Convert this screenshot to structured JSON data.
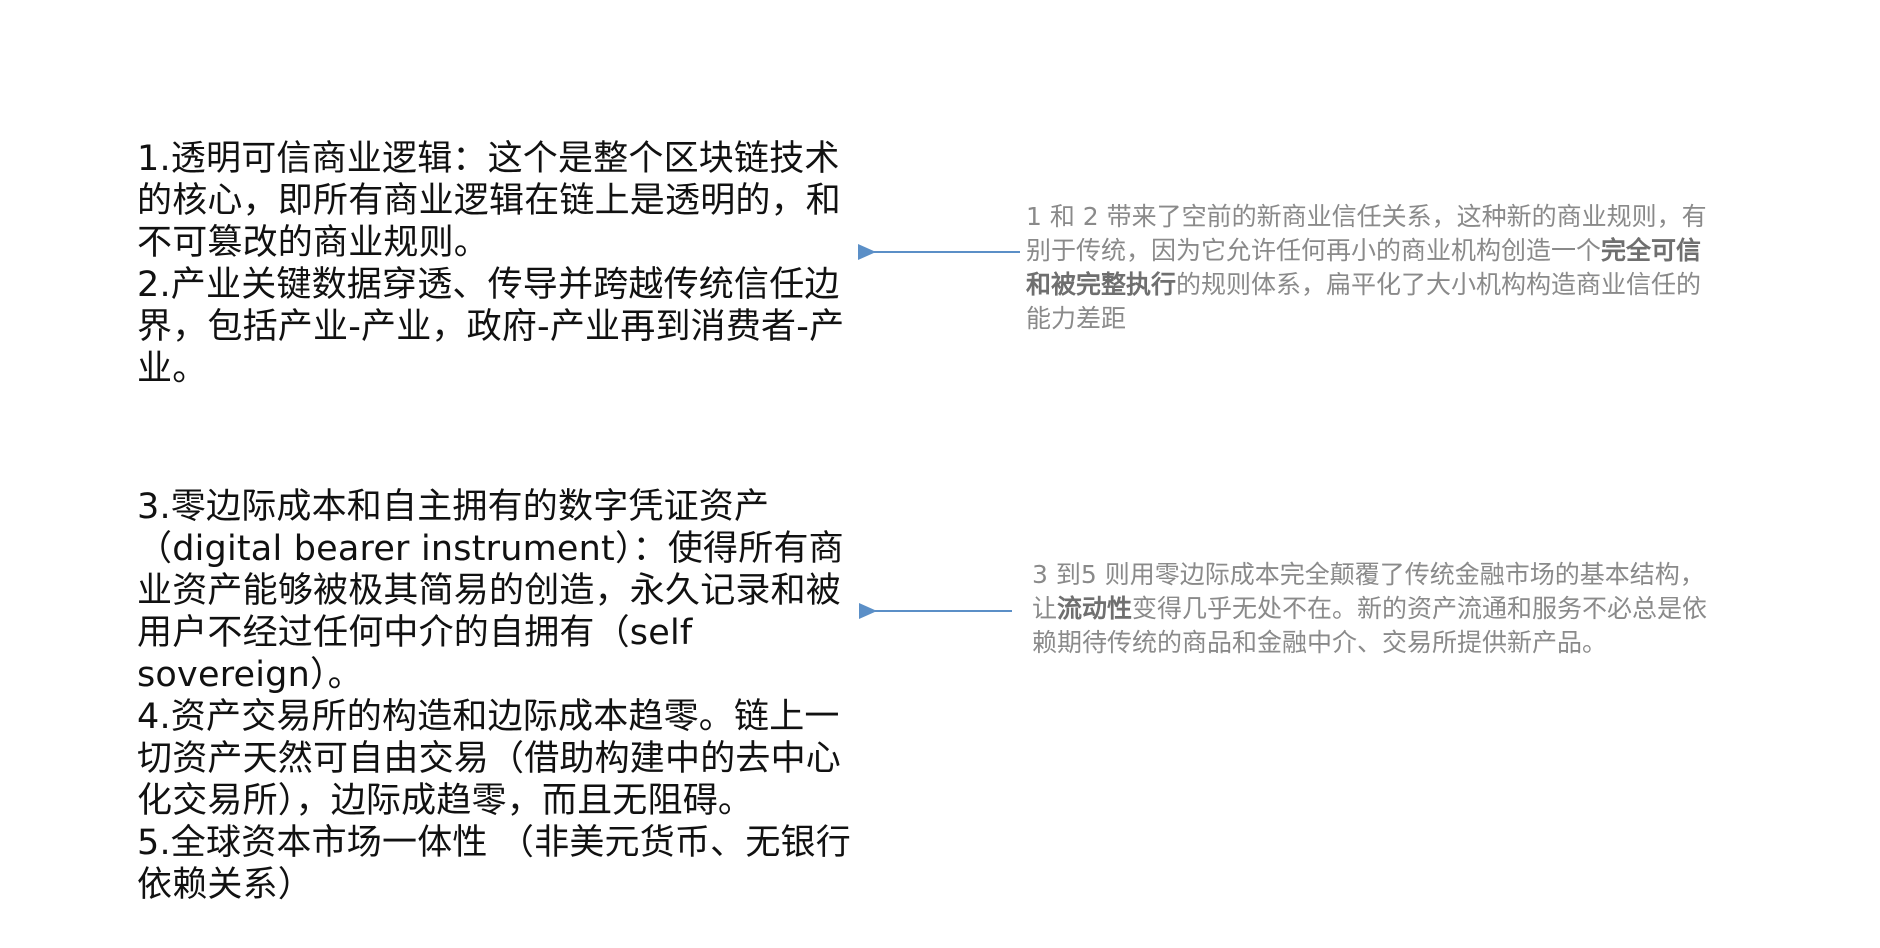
{
  "left_top": {
    "item1": "1.透明可信商业逻辑：这个是整个区块链技术的核心，即所有商业逻辑在链上是透明的，和不可篡改的商业规则。",
    "item2": "2.产业关键数据穿透、传导并跨越传统信任边界，包括产业-产业，政府-产业再到消费者-产业。"
  },
  "left_bottom": {
    "item3": "3.零边际成本和自主拥有的数字凭证资产（digital bearer instrument）：使得所有商业资产能够被极其简易的创造，永久记录和被用户不经过任何中介的自拥有（self sovereign）。",
    "item4": "4.资产交易所的构造和边际成本趋零。链上一切资产天然可自由交易（借助构建中的去中心化交易所），边际成趋零，而且无阻碍。",
    "item5": "5.全球资本市场一体性 （非美元货币、无银行依赖关系）"
  },
  "note1": {
    "part1": "1 和 2 带来了空前的新商业信任关系，这种新的商业规则，有别于传统，因为它允许任何再小的商业机构创造一个",
    "bold": "完全可信和被完整执行",
    "part2": "的规则体系，扁平化了大小机构构造商业信任的能力差距"
  },
  "note2": {
    "part1": "3 到5 则用零边际成本完全颠覆了传统金融市场的基本结构，让",
    "bold": "流动性",
    "part2": "变得几乎无处不在。新的资产流通和服务不必总是依赖期待传统的商品和金融中介、交易所提供新产品。"
  },
  "colors": {
    "main_text": "#111111",
    "note_text": "#8a8a8a",
    "arrow": "#5b8fc7"
  }
}
